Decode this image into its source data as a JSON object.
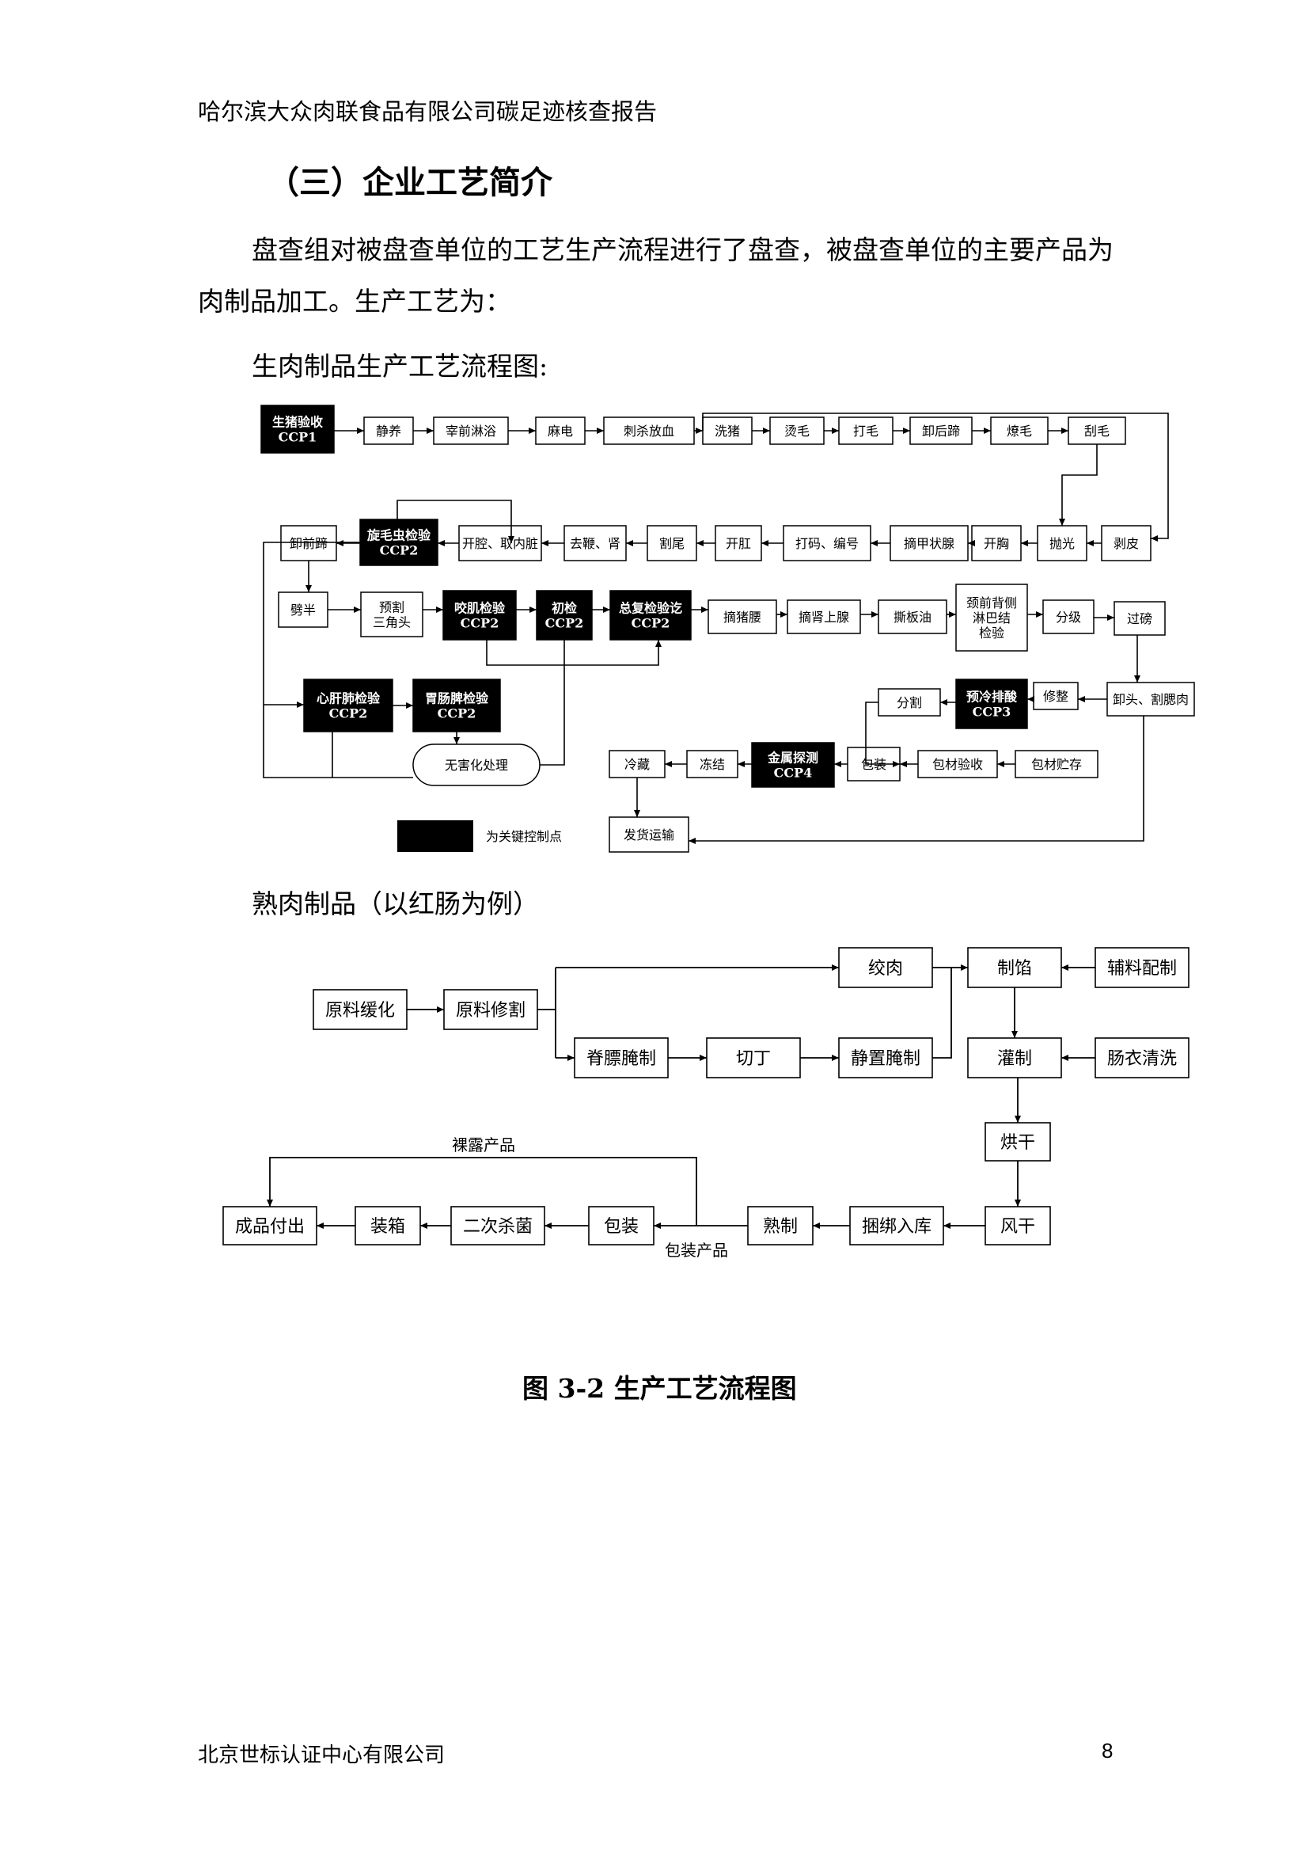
{
  "header": "哈尔滨大众肉联食品有限公司碳足迹核查报告",
  "heading": "（三）企业工艺简介",
  "paragraph": "盘查组对被盘查单位的工艺生产流程进行了盘查，被盘查单位的主要产品为肉制品加工。生产工艺为：",
  "subtitle_raw": "生肉制品生产工艺流程图:",
  "subtitle_cooked": "熟肉制品（以红肠为例）",
  "figure_caption": "图 3-2 生产工艺流程图",
  "footer_company": "北京世标认证中心有限公司",
  "page_number": "8",
  "raw_flow": {
    "n1": [
      "生猪验收",
      "CCP1"
    ],
    "n2": [
      "静养"
    ],
    "n3": [
      "宰前淋浴"
    ],
    "n4": [
      "麻电"
    ],
    "n5": [
      "刺杀放血"
    ],
    "n6": [
      "洗猪"
    ],
    "n7": [
      "烫毛"
    ],
    "n8": [
      "打毛"
    ],
    "n9": [
      "卸后蹄"
    ],
    "n10": [
      "燎毛"
    ],
    "n11": [
      "刮毛"
    ],
    "n12": [
      "剥皮"
    ],
    "n13": [
      "抛光"
    ],
    "n14": [
      "开胸"
    ],
    "n15": [
      "摘甲状腺"
    ],
    "n16": [
      "打码、编号"
    ],
    "n17": [
      "开肛"
    ],
    "n18": [
      "割尾"
    ],
    "n19": [
      "去鞭、肾"
    ],
    "n20": [
      "开腔、取内脏"
    ],
    "n21": [
      "旋毛虫检验",
      "CCP2"
    ],
    "n22": [
      "卸前蹄"
    ],
    "n23": [
      "劈半"
    ],
    "n24": [
      "预割",
      "三角头"
    ],
    "n25": [
      "咬肌检验",
      "CCP2"
    ],
    "n26": [
      "初检",
      "CCP2"
    ],
    "n27": [
      "总复检验讫",
      "CCP2"
    ],
    "n28": [
      "摘猪腰"
    ],
    "n29": [
      "摘肾上腺"
    ],
    "n30": [
      "撕板油"
    ],
    "n31": [
      "颈前背侧",
      "淋巴结",
      "检验"
    ],
    "n32": [
      "分级"
    ],
    "n33": [
      "过磅"
    ],
    "n34": [
      "心肝肺检验",
      "CCP2"
    ],
    "n35": [
      "胃肠脾检验",
      "CCP2"
    ],
    "n36": [
      "无害化处理"
    ],
    "n37": [
      "卸头、割腮肉"
    ],
    "n38": [
      "修整"
    ],
    "n39": [
      "预冷排酸",
      "CCP3"
    ],
    "n40": [
      "分割"
    ],
    "n41": [
      "包装"
    ],
    "n42": [
      "包材验收"
    ],
    "n43": [
      "包材贮存"
    ],
    "n44": [
      "金属探测",
      "CCP4"
    ],
    "n45": [
      "冻结"
    ],
    "n46": [
      "冷藏"
    ],
    "n47": [
      "发货运输"
    ],
    "legend": "为关键控制点"
  },
  "cooked_flow": {
    "c1": "原料缓化",
    "c2": "原料修割",
    "c3": "绞肉",
    "c4": "脊膘腌制",
    "c5": "切丁",
    "c6": "静置腌制",
    "c7": "制馅",
    "c8": "辅料配制",
    "c9": "灌制",
    "c10": "肠衣清洗",
    "c11": "烘干",
    "c12": "风干",
    "c13": "捆绑入库",
    "c14": "熟制",
    "c15": "包装",
    "c16": "二次杀菌",
    "c17": "装箱",
    "c18": "成品付出",
    "label_bare": "裸露产品",
    "label_packed": "包装产品"
  }
}
